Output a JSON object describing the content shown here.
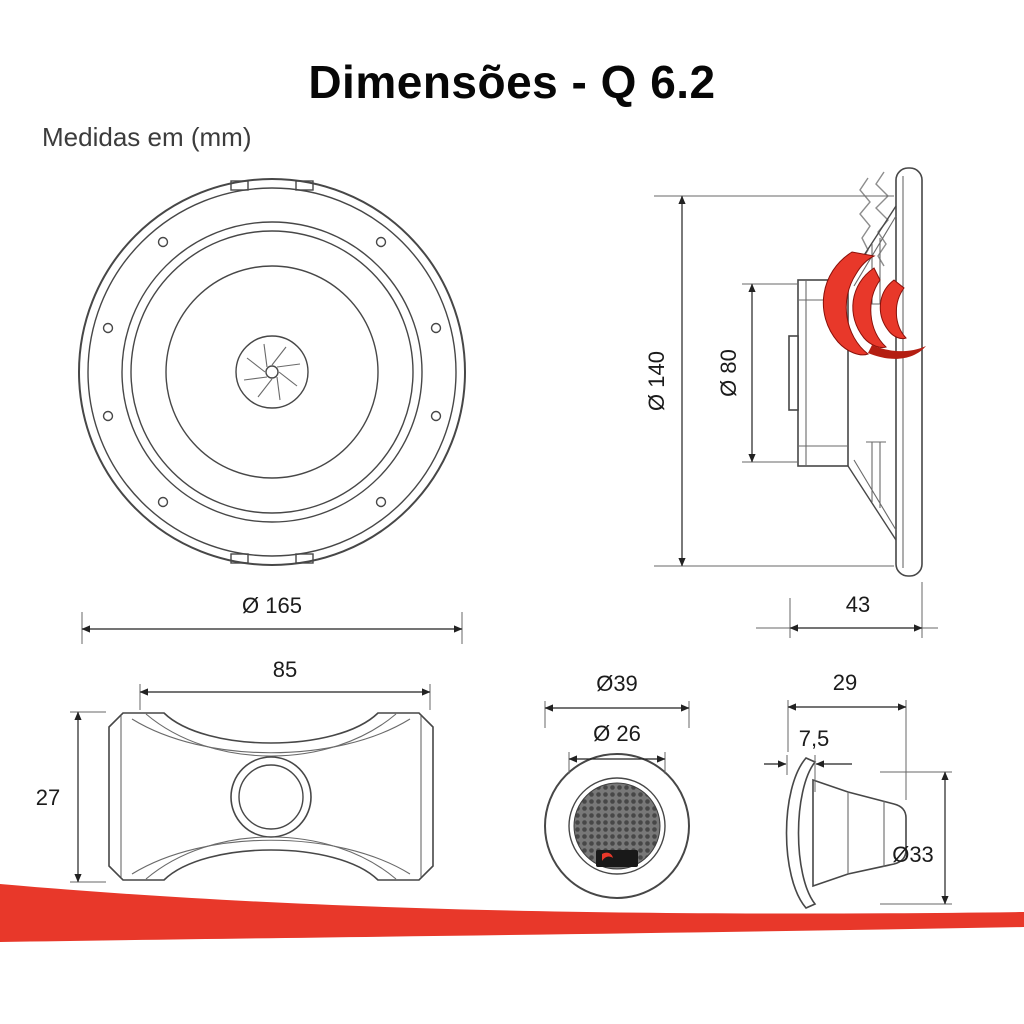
{
  "page": {
    "title": "Dimensões - Q 6.2",
    "subtitle": "Medidas em (mm)"
  },
  "dimensions": {
    "front_diameter": "Ø 165",
    "mounting_hole_diameter": "Ø 140",
    "magnet_diameter": "Ø 80",
    "mounting_depth": "43",
    "crossover_width": "85",
    "crossover_height": "27",
    "tweeter_face_diameter": "Ø39",
    "tweeter_dome_diameter": "Ø 26",
    "tweeter_depth": "29",
    "tweeter_flange_depth": "7,5",
    "tweeter_body_diameter": "Ø33"
  },
  "icons": {
    "brand_logo": "red-claw-flame-logo",
    "bottom_wave": "red-swoosh-band"
  },
  "colors": {
    "accent_red": "#e8382a",
    "line_dark": "#474747",
    "dim_text": "#1b1b1b"
  }
}
